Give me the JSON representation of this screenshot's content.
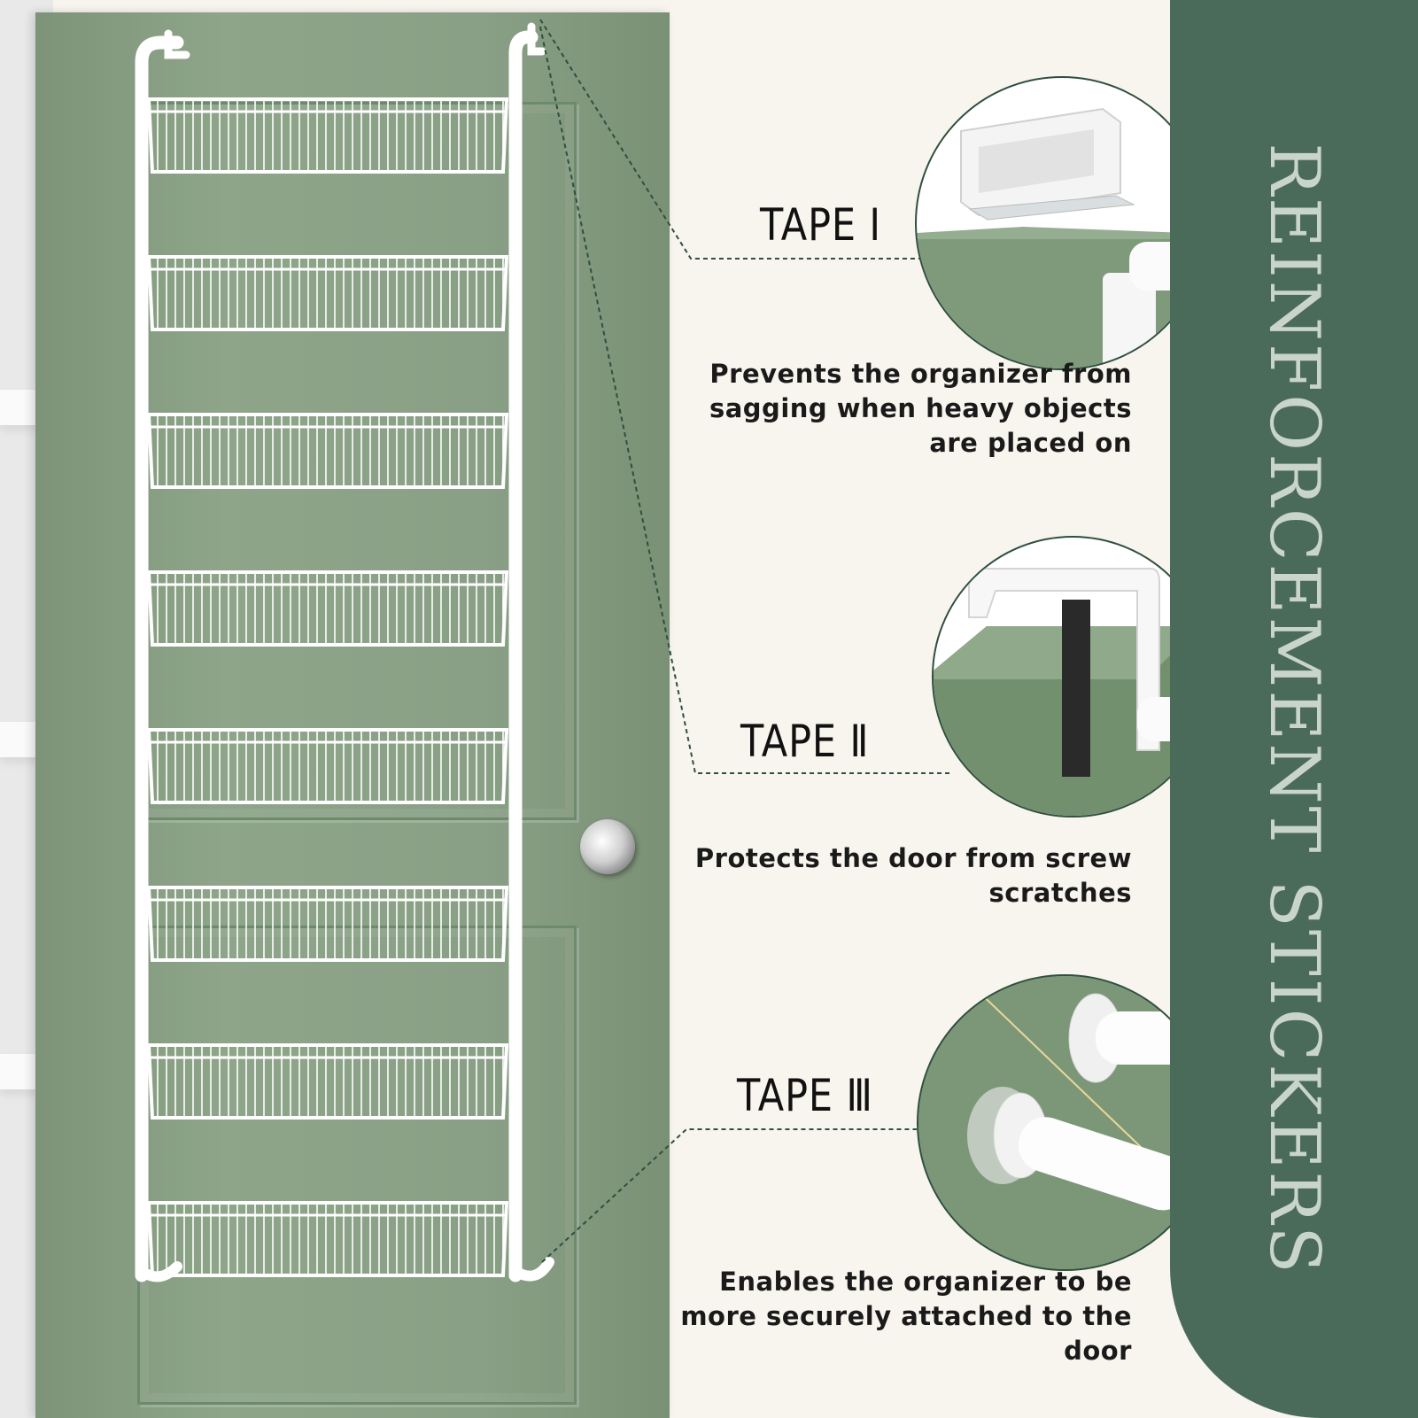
{
  "banner": {
    "title": "REINFORCEMENT STICKERS"
  },
  "colors": {
    "background": "#f8f5ee",
    "banner": "#4a6a5a",
    "banner_text": "#c9d5cb",
    "door": "#8aa086",
    "door_dark": "#6f8b6d",
    "rack": "#ffffff"
  },
  "callouts": [
    {
      "title": "TAPE Ⅰ",
      "description_lines": [
        "Prevents the organizer from",
        "sagging when heavy objects",
        "are placed on"
      ]
    },
    {
      "title": "TAPE Ⅱ",
      "description_lines": [
        "Protects the door from screw",
        "scratches"
      ]
    },
    {
      "title": "TAPE Ⅲ",
      "description_lines": [
        "Enables the organizer to be",
        "more securely attached to the",
        "door"
      ]
    }
  ],
  "product": {
    "basket_count": 8
  }
}
